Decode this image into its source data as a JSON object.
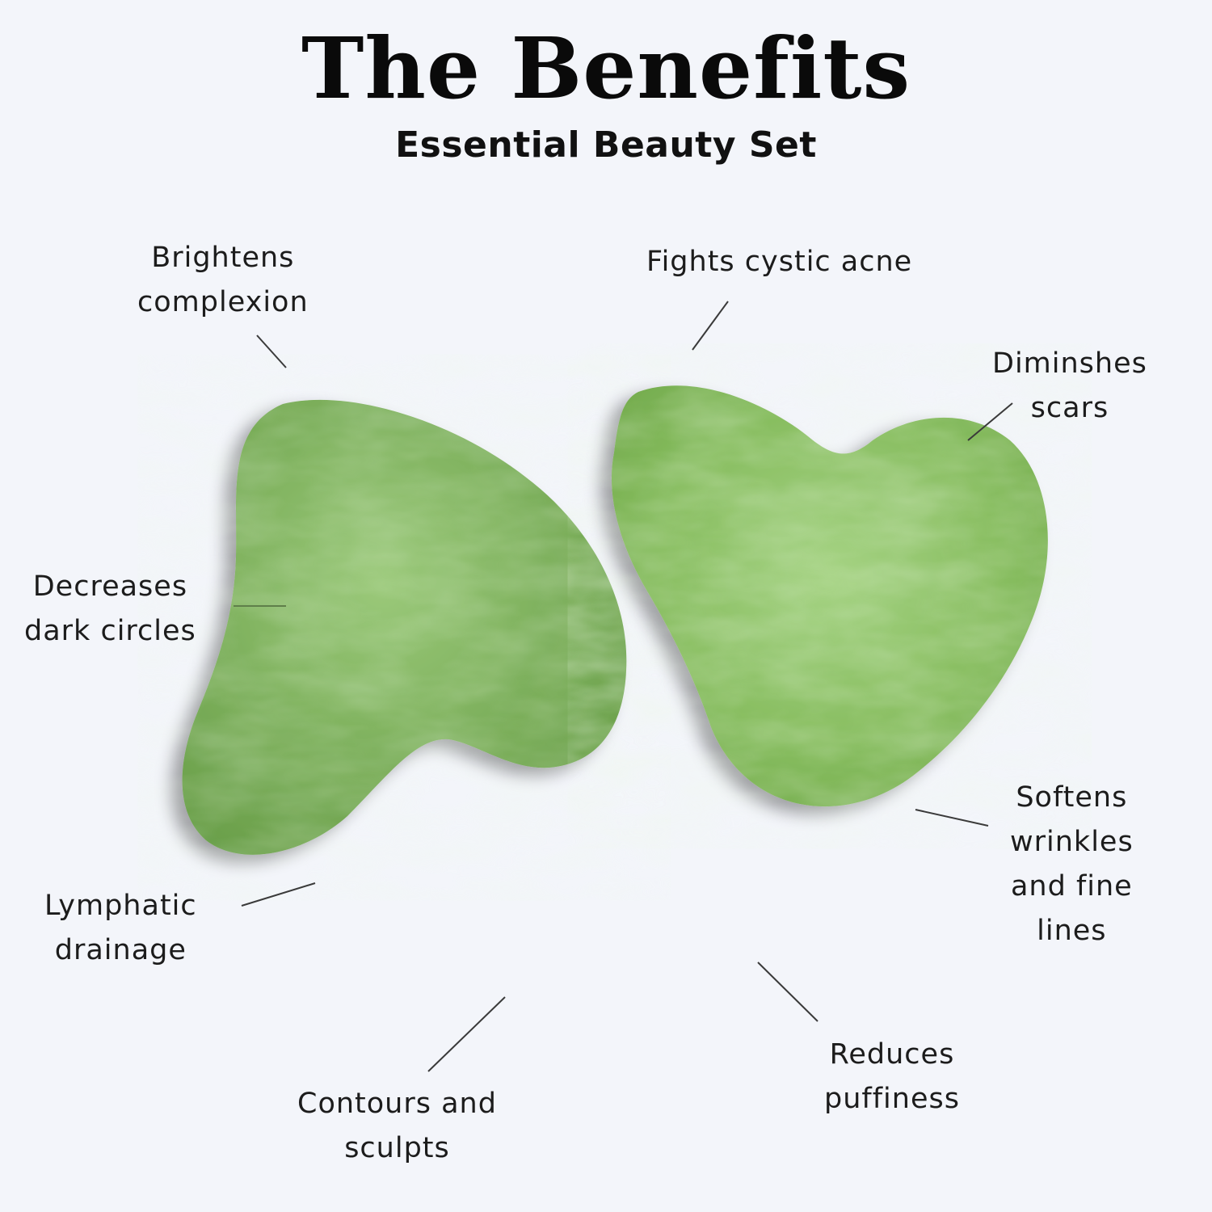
{
  "header": {
    "title": "The Benefits",
    "subtitle": "Essential Beauty Set"
  },
  "colors": {
    "background": "#F3F5FA",
    "jade_base": "#7CB25A",
    "jade_dark": "#5E9440",
    "jade_light": "#A8D28A",
    "leader_line": "#3a3a3a",
    "text": "#1c1c1c"
  },
  "products": [
    {
      "name": "gua-sha-stone-notched",
      "description": "Green jade gua sha stone with a notched edge"
    },
    {
      "name": "gua-sha-stone-heart",
      "description": "Green jade heart-shaped gua sha stone"
    }
  ],
  "benefits": [
    {
      "id": "brightens",
      "lines": [
        "Brightens",
        "complexion"
      ]
    },
    {
      "id": "cystic-acne",
      "lines": [
        "Fights cystic acne"
      ]
    },
    {
      "id": "scars",
      "lines": [
        "Diminshes",
        "scars"
      ]
    },
    {
      "id": "dark-circles",
      "lines": [
        "Decreases",
        "dark circles"
      ]
    },
    {
      "id": "wrinkles",
      "lines": [
        "Softens",
        "wrinkles",
        "and fine",
        "lines"
      ]
    },
    {
      "id": "lymphatic",
      "lines": [
        "Lymphatic",
        "drainage"
      ]
    },
    {
      "id": "contours",
      "lines": [
        "Contours and",
        "sculpts"
      ]
    },
    {
      "id": "puffiness",
      "lines": [
        "Reduces",
        "puffiness"
      ]
    }
  ]
}
